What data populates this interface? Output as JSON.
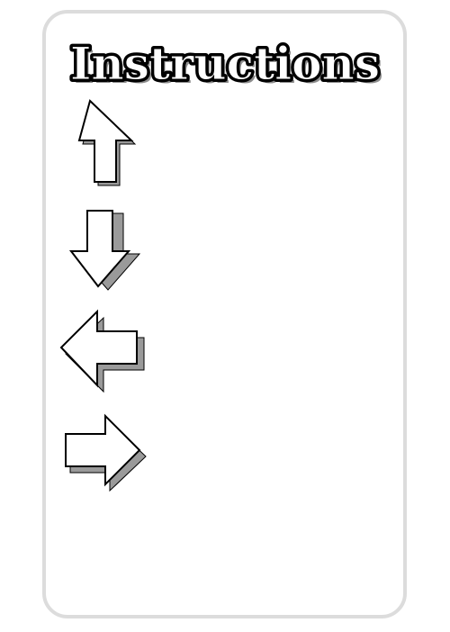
{
  "panel": {
    "title": "Instructions",
    "border_color": "#dcdcdc",
    "background_color": "#ffffff"
  },
  "arrows": [
    {
      "name": "up-arrow-icon",
      "direction": "up",
      "text": ""
    },
    {
      "name": "down-arrow-icon",
      "direction": "down",
      "text": ""
    },
    {
      "name": "left-arrow-icon",
      "direction": "left",
      "text": ""
    },
    {
      "name": "right-arrow-icon",
      "direction": "right",
      "text": ""
    }
  ],
  "colors": {
    "outline": "#000000",
    "fill": "#ffffff",
    "shadow": "#9a9a9a",
    "title_outline": "#000000",
    "title_shadow": "#8c8c8c"
  }
}
